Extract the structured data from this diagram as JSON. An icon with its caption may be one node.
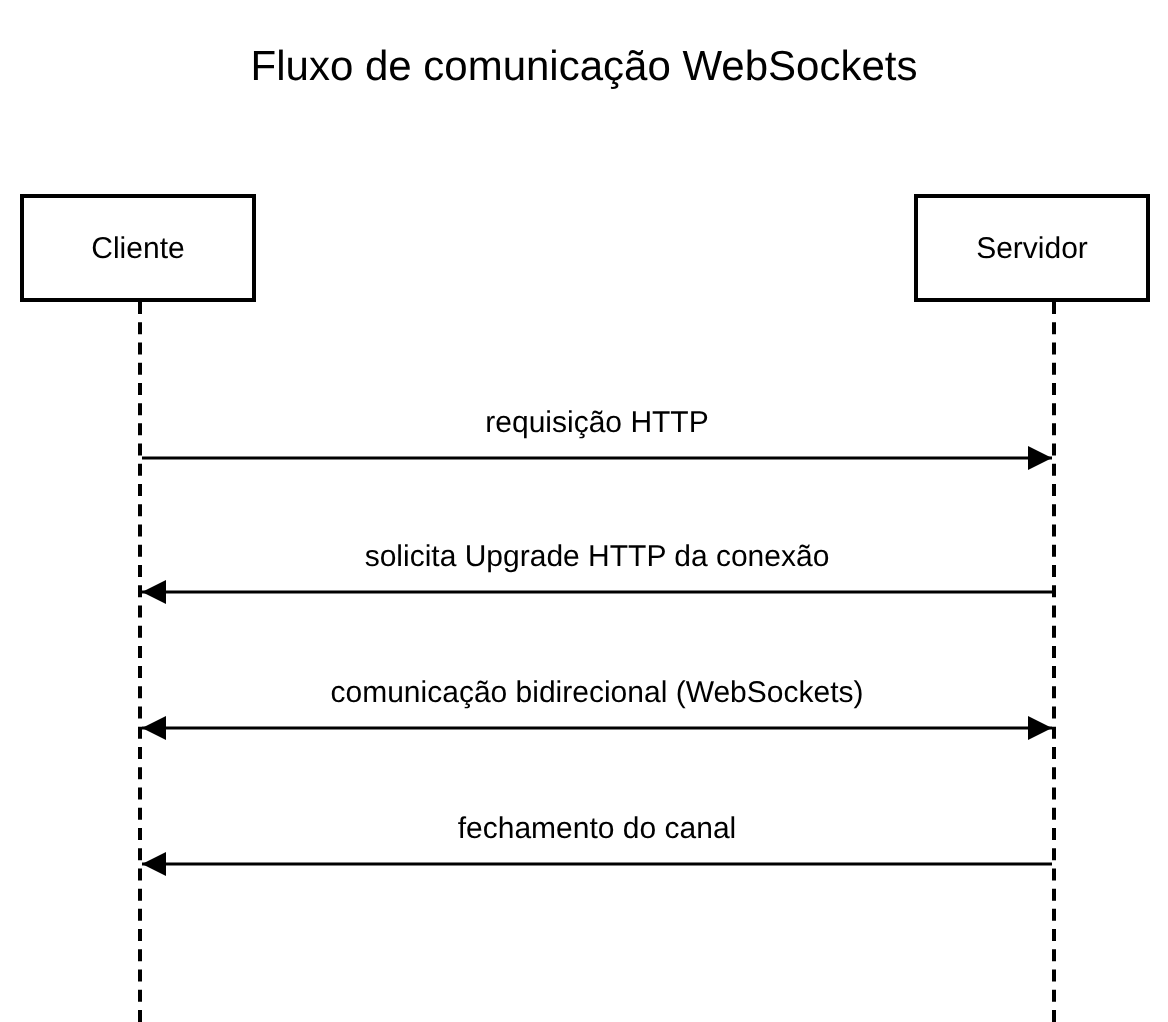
{
  "diagram": {
    "title": "Fluxo de comunicação WebSockets",
    "nodes": [
      {
        "text": [
          "Cliente"
        ]
      },
      {
        "text": [
          "Servidor"
        ]
      },
      {
        "text": [],
        "shape": "line"
      },
      {
        "text": [],
        "shape": "line"
      }
    ],
    "edges": [
      {
        "from": 2,
        "to": 3,
        "arrow": "to",
        "label": "requisição HTTP"
      },
      {
        "from": 3,
        "to": 2,
        "arrow": "to",
        "label": "solicita Upgrade HTTP da conexão"
      },
      {
        "from": 2,
        "to": 3,
        "arrow": "both",
        "label": "comunicação bidirecional (WebSockets)"
      },
      {
        "from": 3,
        "to": 2,
        "arrow": "to",
        "label": "fechamento do canal"
      }
    ]
  }
}
